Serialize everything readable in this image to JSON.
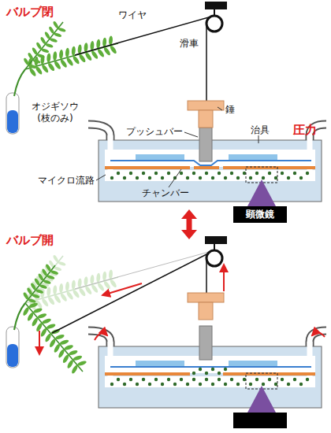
{
  "diagram": {
    "nodes": [
      {
        "text": [
          "顕微鏡"
        ]
      }
    ],
    "labels": [
      "バルブ閉",
      "ワイヤ",
      "滑車",
      "錘",
      "プッシュバー",
      "治具",
      "圧力",
      "オジギソウ (枝のみ)",
      "マイクロ流路",
      "チャンバー",
      "バルブ開"
    ]
  }
}
